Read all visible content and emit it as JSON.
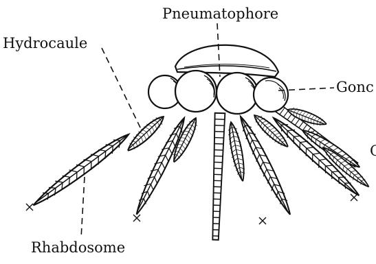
{
  "diagram": {
    "labels": {
      "top": "Pneumatophore",
      "left": "Hydrocaule",
      "right": "Gonc",
      "bottom": "Rhabdosome",
      "edge": "C"
    },
    "colors": {
      "ink": "#111111",
      "background": "#ffffff"
    }
  }
}
